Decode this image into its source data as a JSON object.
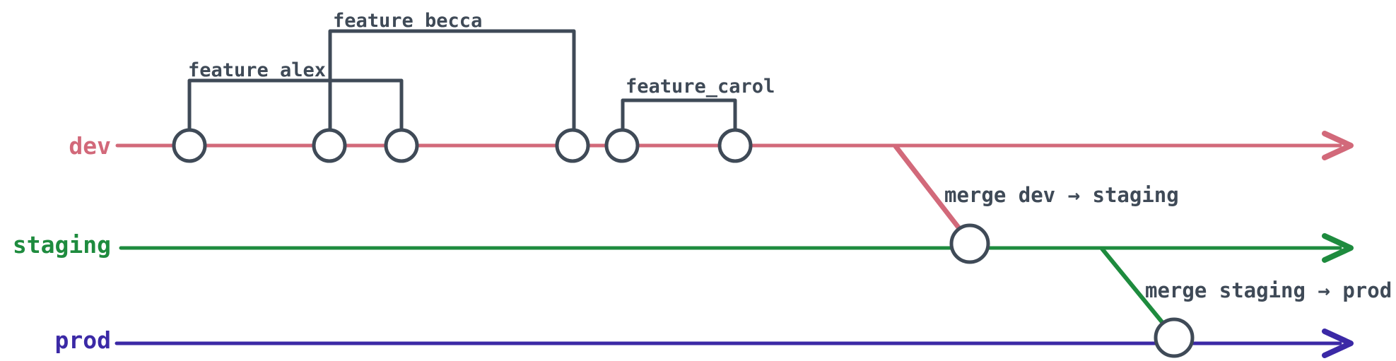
{
  "diagram_type": "git-branch-flow",
  "colors": {
    "dev": "#d2697a",
    "staging": "#1e8b3e",
    "prod": "#3b29a6",
    "outline": "#3f4a57",
    "text": "#3f4a57",
    "node_fill": "#ffffff",
    "background": "#ffffff"
  },
  "branches": {
    "dev": {
      "label": "dev"
    },
    "staging": {
      "label": "staging"
    },
    "prod": {
      "label": "prod"
    }
  },
  "features": {
    "alex": {
      "label": "feature_alex"
    },
    "becca": {
      "label": "feature_becca"
    },
    "carol": {
      "label": "feature_carol"
    }
  },
  "merges": {
    "dev_to_staging": {
      "label": "merge dev → staging"
    },
    "staging_to_prod": {
      "label": "merge staging → prod"
    }
  },
  "graph": {
    "dev_commit_count": 6,
    "merge_commit_count": 2,
    "feature_spans": [
      {
        "name": "feature_alex",
        "from_commit": 1,
        "to_commit": 3
      },
      {
        "name": "feature_becca",
        "from_commit": 2,
        "to_commit": 4
      },
      {
        "name": "feature_carol",
        "from_commit": 5,
        "to_commit": 6
      }
    ],
    "merge_flow": [
      {
        "from": "dev",
        "to": "staging"
      },
      {
        "from": "staging",
        "to": "prod"
      }
    ]
  }
}
